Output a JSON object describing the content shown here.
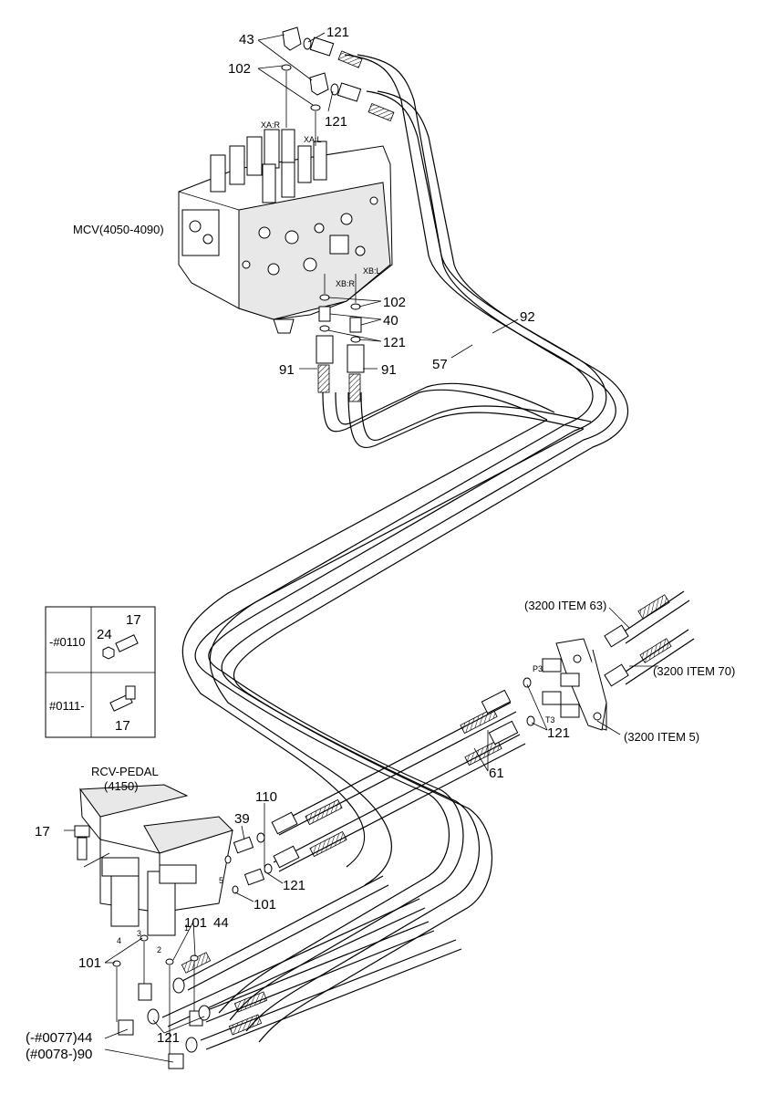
{
  "labels": {
    "p43": "43",
    "p121_top": "121",
    "p102_top": "102",
    "p121_mid": "121",
    "xar": "XA:R",
    "xal": "XA:L",
    "mcv": "MCV(4050-4090)",
    "xbl": "XB:L",
    "xbr": "XB:R",
    "p102_mid": "102",
    "p40": "40",
    "p121_mid2": "121",
    "p91_left": "91",
    "p91_right": "91",
    "p92": "92",
    "p57": "57",
    "item63": "(3200 ITEM 63)",
    "item70": "(3200 ITEM 70)",
    "item5": "(3200 ITEM 5)",
    "p3": "P3",
    "t3": "T3",
    "p121_right": "121",
    "p61": "61",
    "rcv": "RCV-PEDAL",
    "rcv_code": "(4150)",
    "p17_left": "17",
    "p39": "39",
    "p110": "110",
    "p121_pedal": "121",
    "p101_right": "101",
    "p101_mid": "101",
    "p44_mid": "44",
    "p101_left": "101",
    "p121_bottom": "121",
    "p44_bottom": "(-#0077)44",
    "p90_bottom": "(#0078-)90",
    "pin1": "1",
    "pin2": "2",
    "pin3": "3",
    "pin4": "4",
    "pin5": "5"
  },
  "inset": {
    "row1_serial": "-#0110",
    "row1_part_a": "24",
    "row1_part_b": "17",
    "row2_serial": "#0111-",
    "row2_part": "17"
  }
}
